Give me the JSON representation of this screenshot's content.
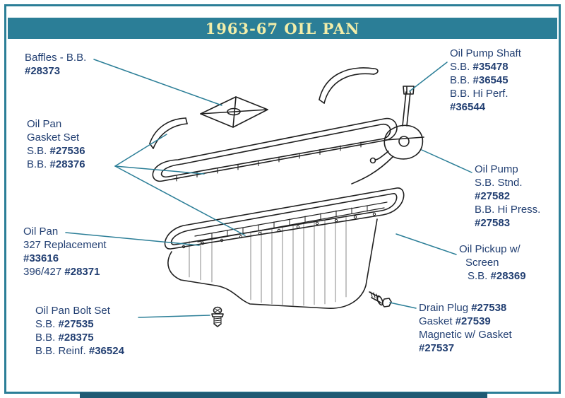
{
  "header": {
    "title": "1963-67 OIL PAN"
  },
  "colors": {
    "teal": "#2b7e97",
    "header_text": "#f2eda9",
    "label_text": "#223f72",
    "ink": "#1f1f1f",
    "next_bar": "#1e5a73"
  },
  "labels": {
    "baffles": {
      "line1": "Baffles - B.B.",
      "line2_num": "#28373"
    },
    "gasket_set": {
      "line1": "Oil Pan",
      "line2": "Gasket Set",
      "line3_pre": "S.B. ",
      "line3_num": "#27536",
      "line4_pre": "B.B. ",
      "line4_num": "#28376"
    },
    "oil_pan": {
      "line1": "Oil Pan",
      "line2": "327 Replacement",
      "line3_num": "#33616",
      "line4_pre": "396/427 ",
      "line4_num": "#28371"
    },
    "bolt_set": {
      "line1": "Oil Pan Bolt Set",
      "line2_pre": "S.B. ",
      "line2_num": "#27535",
      "line3_pre": "B.B. ",
      "line3_num": "#28375",
      "line4_pre": "B.B. Reinf. ",
      "line4_num": "#36524"
    },
    "pump_shaft": {
      "line1": "Oil Pump Shaft",
      "line2_pre": "S.B. ",
      "line2_num": "#35478",
      "line3_pre": "B.B. ",
      "line3_num": "#36545",
      "line4": "B.B. Hi Perf.",
      "line5_num": "#36544"
    },
    "oil_pump": {
      "line1": "Oil Pump",
      "line2": "S.B. Stnd.",
      "line3_num": "#27582",
      "line4": "B.B. Hi Press.",
      "line5_num": "#27583"
    },
    "pickup": {
      "line1": "Oil Pickup w/",
      "line2": "Screen",
      "line3_pre": "S.B. ",
      "line3_num": "#28369"
    },
    "drain_plug": {
      "line1_pre": "Drain Plug ",
      "line1_num": "#27538",
      "line2_pre": "Gasket ",
      "line2_num": "#27539",
      "line3": "Magnetic w/ Gasket",
      "line4_num": "#27537"
    }
  }
}
